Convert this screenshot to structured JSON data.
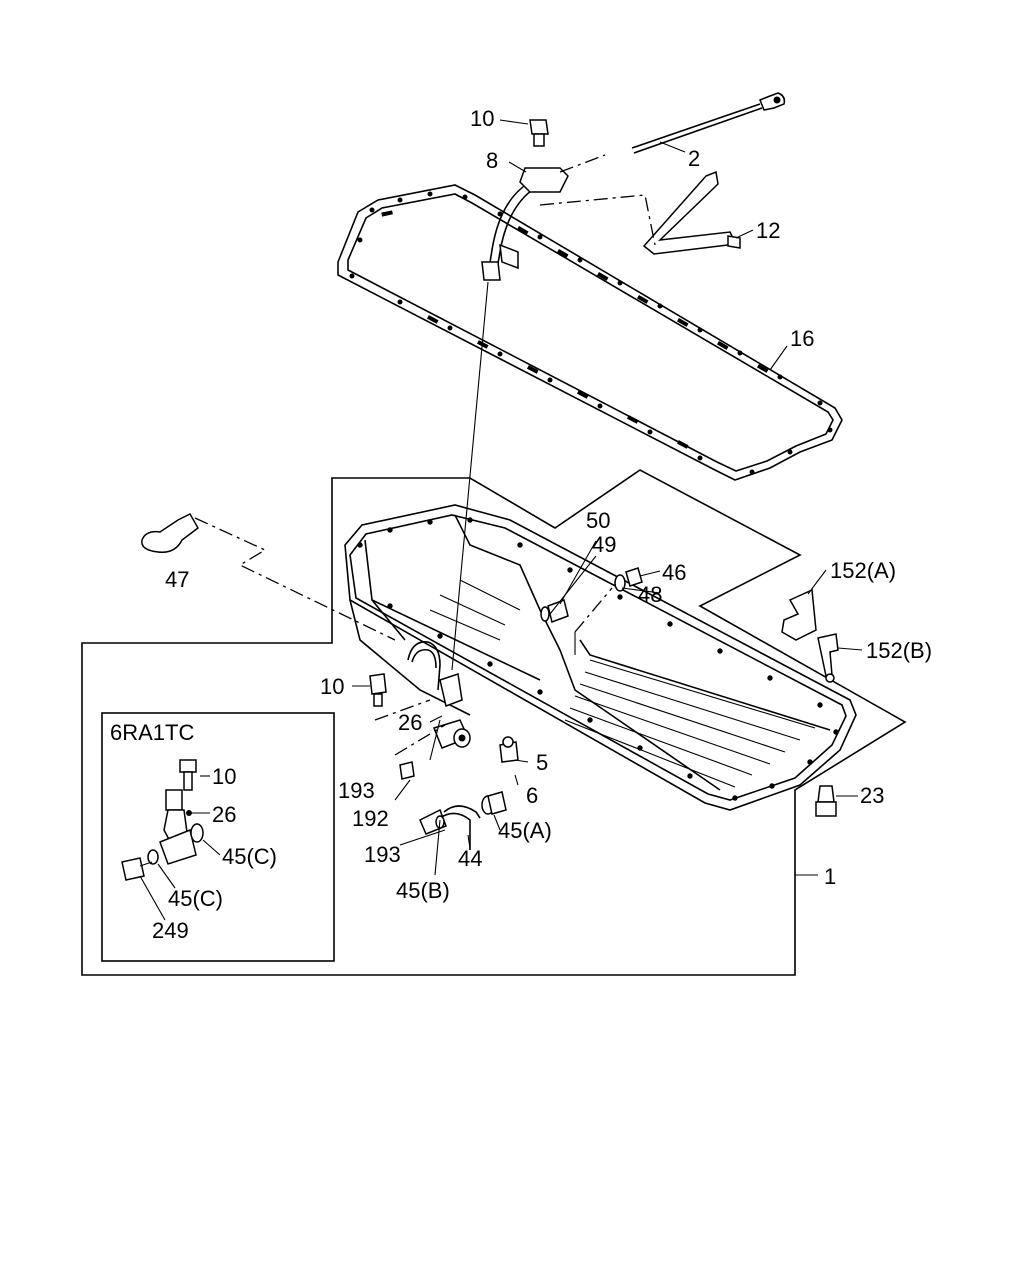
{
  "labels": {
    "p10_top": "10",
    "p8": "8",
    "p2": "2",
    "p12": "12",
    "p16": "16",
    "p50": "50",
    "p49": "49",
    "p46": "46",
    "p48": "48",
    "p152a": "152(A)",
    "p152b": "152(B)",
    "p47": "47",
    "p10_mid": "10",
    "p26_mid": "26",
    "p5": "5",
    "p6": "6",
    "p193_a": "193",
    "p192": "192",
    "p193_b": "193",
    "p44": "44",
    "p45a": "45(A)",
    "p45b": "45(B)",
    "p23": "23",
    "p1": "1"
  },
  "inset": {
    "title": "6RA1TC",
    "p10": "10",
    "p26": "26",
    "p45c_1": "45(C)",
    "p45c_2": "45(C)",
    "p249": "249"
  }
}
